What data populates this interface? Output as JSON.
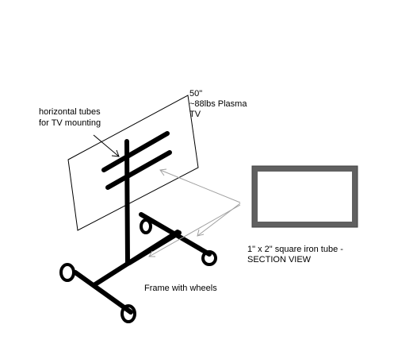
{
  "labels": {
    "tv_size": "50\"",
    "tv_weight_type": "~88lbs Plasma",
    "tv": "TV",
    "tubes_line1": "horizontal tubes",
    "tubes_line2": "for TV mounting",
    "section_line1": "1\" x 2\" square iron tube -",
    "section_line2": "SECTION VIEW",
    "frame": "Frame with wheels"
  },
  "colors": {
    "frame": "#000000",
    "arrows": "#a0a0a0",
    "tube_wall": "#606060",
    "panel_outline": "#000000"
  }
}
